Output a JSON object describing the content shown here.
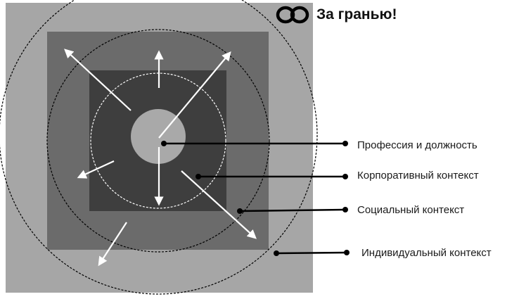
{
  "brand": {
    "logo_icon": "infinity-icon",
    "text": "За гранью!"
  },
  "diagram": {
    "labels": [
      "Профессия и должность",
      "Корпоративный контекст",
      "Социальный контекст",
      "Индивидуальный контекст"
    ]
  },
  "colors": {
    "outer_square": "#a6a6a6",
    "middle_square": "#6b6b6b",
    "inner_square": "#3e3e3e",
    "core_circle": "#a9a9a9",
    "arrows": "#ffffff",
    "leader_lines": "#000000"
  }
}
